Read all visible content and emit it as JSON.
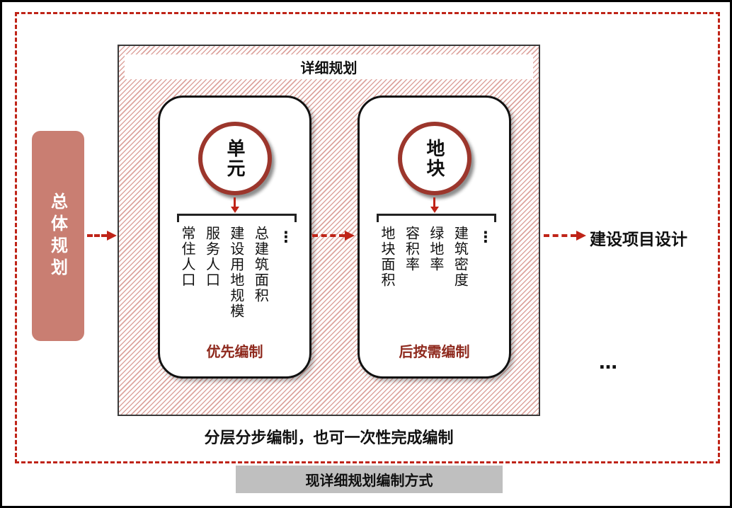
{
  "master_plan_box": {
    "label": "总体规划"
  },
  "detail_panel": {
    "title": "详细规划",
    "unit_card": {
      "circle_label": "单元",
      "items": [
        "常住人口",
        "服务人口",
        "建设用地规模",
        "总建筑面积",
        "⋮"
      ],
      "footer_label": "优先编制"
    },
    "parcel_card": {
      "circle_label": "地块",
      "items": [
        "地块面积",
        "容积率",
        "绿地率",
        "建筑密度",
        "⋮"
      ],
      "footer_label": "后按需编制"
    }
  },
  "outputs": {
    "project_label": "建设项目设计",
    "ellipsis": "…"
  },
  "caption": "分层分步编制，也可一次性完成编制",
  "footer_bar": {
    "label": "现详细规划编制方式"
  },
  "colors": {
    "accent_red": "#bf2418",
    "circle_border_red": "#9c362c",
    "dark_red_text": "#8f2a1e",
    "salmon": "#c97e72",
    "hatch_pink": "#dda49e",
    "gray_bar": "#bfbfbf"
  }
}
